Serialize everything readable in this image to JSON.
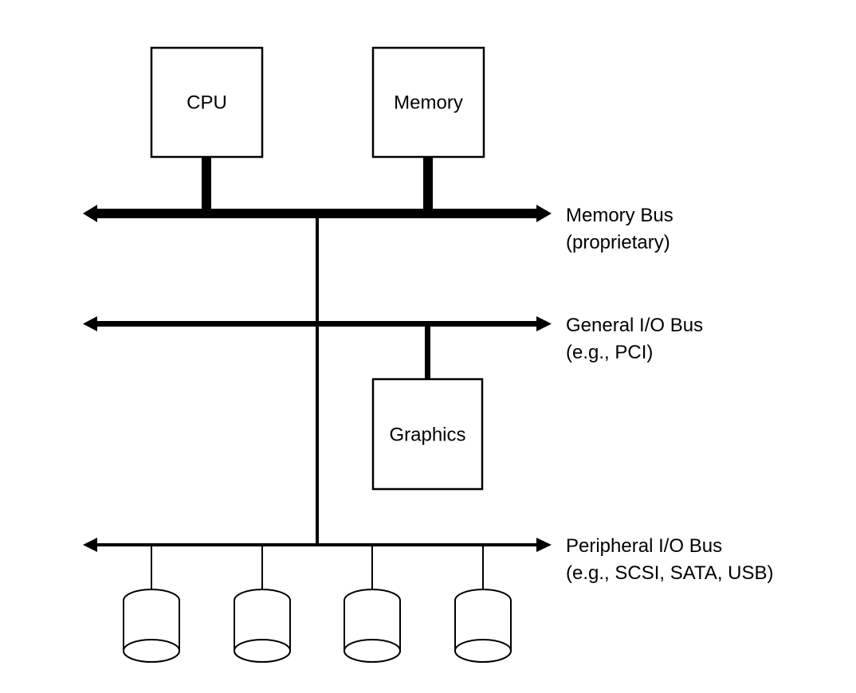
{
  "components": {
    "cpu": "CPU",
    "memory": "Memory",
    "graphics": "Graphics"
  },
  "buses": {
    "memory_bus": {
      "line1": "Memory Bus",
      "line2": "(proprietary)"
    },
    "general_io_bus": {
      "line1": "General I/O Bus",
      "line2": "(e.g., PCI)"
    },
    "peripheral_io_bus": {
      "line1": "Peripheral I/O Bus",
      "line2": "(e.g., SCSI, SATA, USB)"
    }
  },
  "disks": [
    {
      "id": "disk-1"
    },
    {
      "id": "disk-2"
    },
    {
      "id": "disk-3"
    },
    {
      "id": "disk-4"
    }
  ],
  "colors": {
    "stroke": "#000000",
    "background": "#ffffff"
  }
}
